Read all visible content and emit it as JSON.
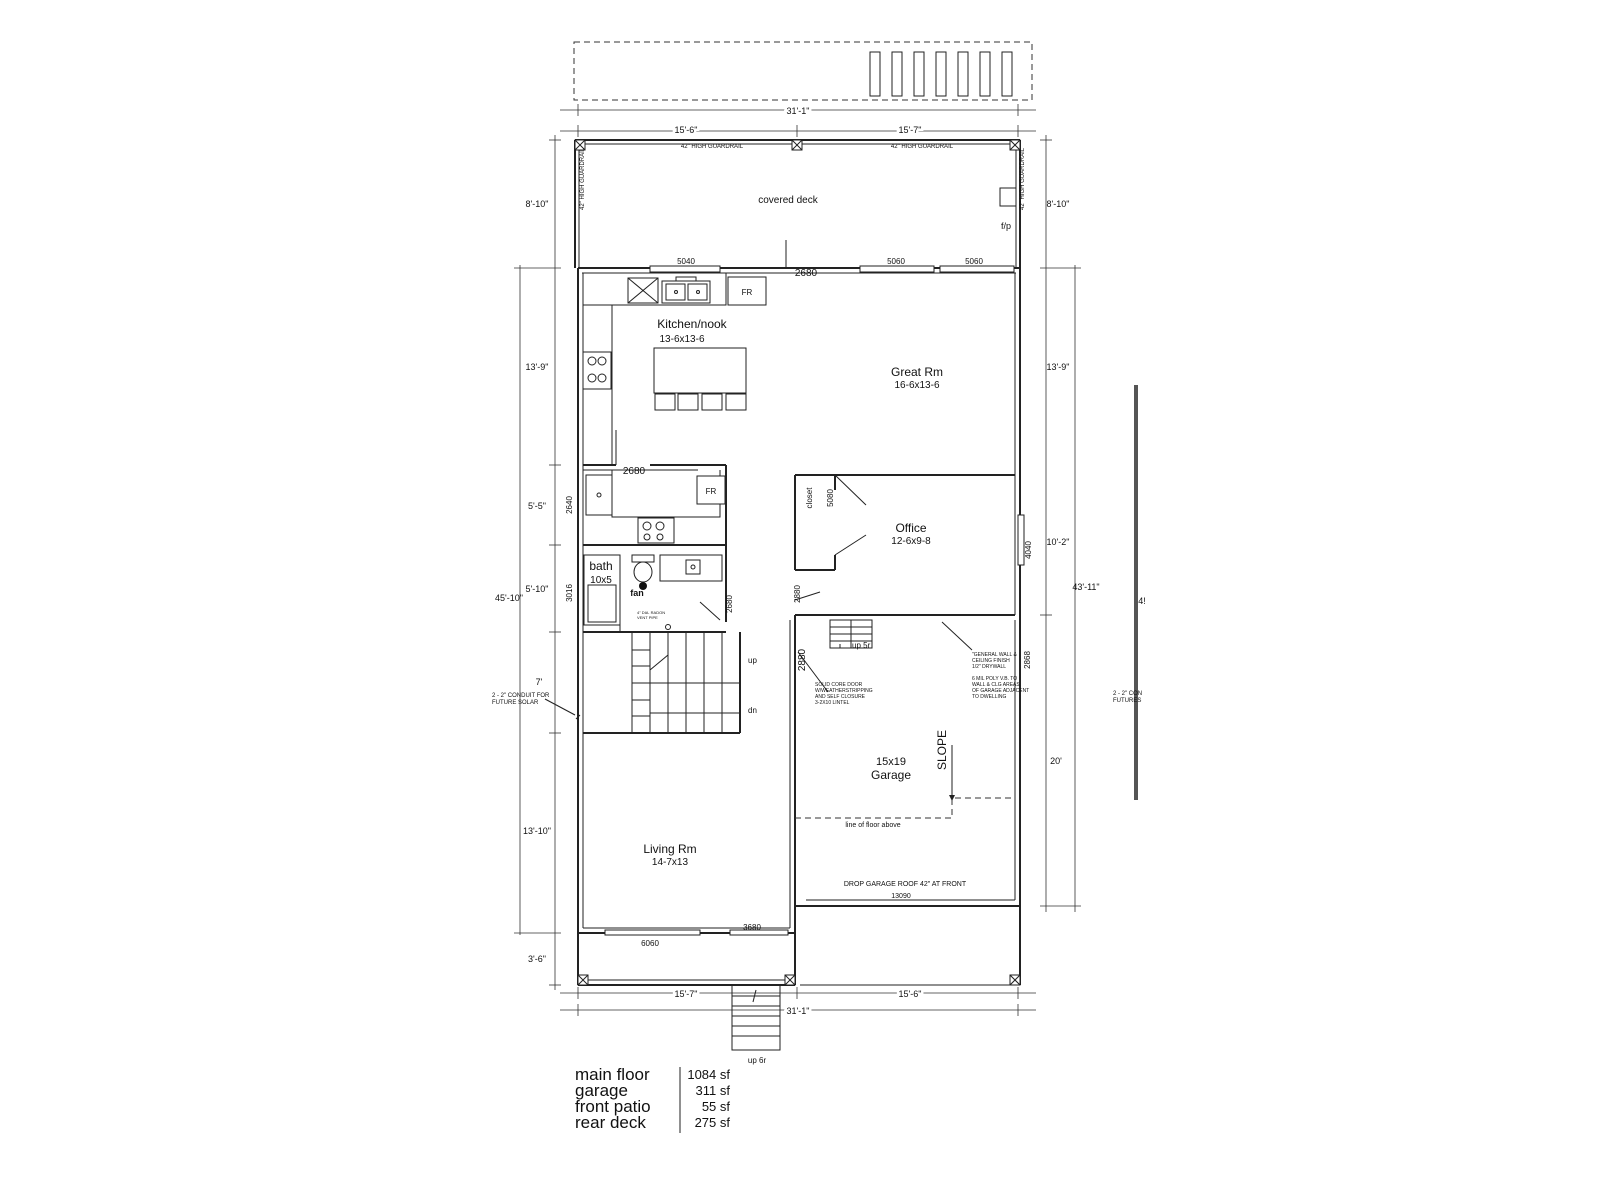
{
  "rooms": {
    "covered_deck": "covered deck",
    "kitchen": "Kitchen/nook",
    "kitchen_size": "13-6x13-6",
    "great_rm": "Great Rm",
    "great_rm_size": "16-6x13-6",
    "office": "Office",
    "office_size": "12-6x9-8",
    "closet": "closet",
    "bath": "bath",
    "bath_size": "10x5",
    "fan": "fan",
    "garage_size": "15x19",
    "garage": "Garage",
    "living_rm": "Living Rm",
    "living_rm_size": "14-7x13"
  },
  "fixtures": {
    "fr1": "FR",
    "fr2": "FR",
    "fp": "f/p"
  },
  "openings": {
    "w5040": "5040",
    "d2680_top": "2680",
    "w5060_a": "5060",
    "w5060_b": "5060",
    "d2680_kitchen": "2680",
    "d2640": "2640",
    "d5080": "5080",
    "w4040": "4040",
    "d3016": "3016",
    "d2680_stair": "2680",
    "d2880_office": "2880",
    "d2880_garage": "2880",
    "d2868": "2868",
    "d13090": "13090",
    "d3680": "3680",
    "w6060": "6060"
  },
  "dimensions": {
    "top_total": "31'-1\"",
    "top_left": "15'-6\"",
    "top_right": "15'-7\"",
    "left_deck": "8'-10\"",
    "right_deck": "8'-10\"",
    "left_kitchen": "13'-9\"",
    "right_great": "13'-9\"",
    "left_laundry": "5'-5\"",
    "left_bath": "5'-10\"",
    "left_stair": "7'",
    "left_living": "13'-10\"",
    "left_total": "45'-10\"",
    "left_patio": "3'-6\"",
    "right_office": "10'-2\"",
    "right_garage": "20'",
    "right_total": "43'-11\"",
    "right_partial": "4!",
    "bottom_left": "15'-7\"",
    "bottom_right": "15'-6\"",
    "bottom_total": "31'-1\""
  },
  "notes": {
    "guardrail_top_left": "42\" HIGH GUARDRAIL",
    "guardrail_top_right": "42\" HIGH GUARDRAIL",
    "guardrail_left": "42\" HIGH GUARDRAIL",
    "guardrail_right": "42\" HIGH GUARDRAIL",
    "stair_up": "up",
    "stair_dn": "dn",
    "garage_up": "up 5r",
    "slope": "SLOPE",
    "floor_line": "line of floor above",
    "drop_roof": "DROP GARAGE ROOF 42\" AT FRONT",
    "front_steps": "up 6r",
    "conduit_l1": "2 - 2\" CONDUIT FOR",
    "conduit_l2": "FUTURE SOLAR",
    "conduit_r1": "2 - 2\" CON",
    "conduit_r2": "FUTURES",
    "radon_l1": "4\" DIA. RADON",
    "radon_l2": "VENT PIPE",
    "door_note": [
      "SOLID CORE DOOR",
      "W/WEATHERSTRIPPING",
      "AND SELF CLOSURE",
      "3-2X10 LINTEL"
    ],
    "wall_note": [
      "\"GENERAL WALL &",
      "CEILING FINISH",
      "1/2\" DRYWALL",
      "",
      "6 MIL POLY V.B. TO",
      "WALL & CLG AREAS",
      "OF GARAGE ADJACENT",
      "TO DWELLING"
    ]
  },
  "legend": {
    "items": [
      {
        "label": "main floor",
        "value": "1084 sf"
      },
      {
        "label": "garage",
        "value": "311 sf"
      },
      {
        "label": "front patio",
        "value": "55 sf"
      },
      {
        "label": "rear deck",
        "value": "275 sf"
      }
    ]
  }
}
